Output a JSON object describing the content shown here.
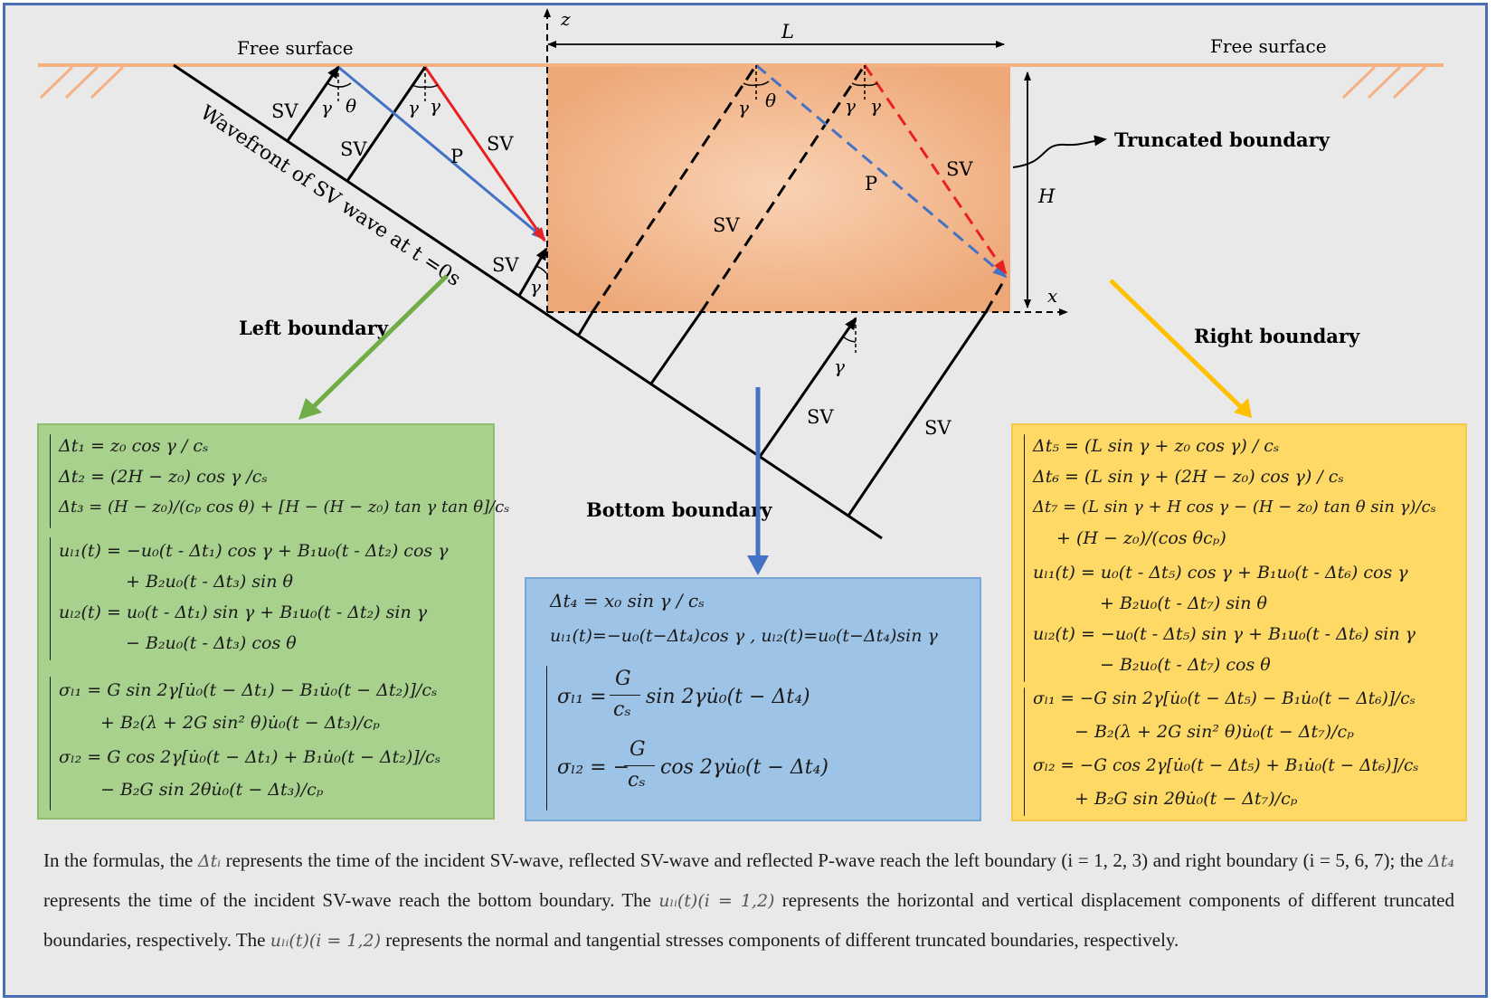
{
  "colors": {
    "frame_border": "#4a6fb5",
    "background": "#e9e9e9",
    "ground_line": "#f4b183",
    "model_fill": "#f0b084",
    "sv_red": "#e8201f",
    "p_blue": "#4472c4",
    "left_arrow": "#70ad47",
    "bottom_arrow": "#4472c4",
    "right_arrow": "#ffc000",
    "left_panel": "#a9d18e",
    "bottom_panel": "#9dc3e6",
    "right_panel": "#ffd966"
  },
  "diagram": {
    "free_surface_left": "Free surface",
    "free_surface_right": "Free surface",
    "axis_z": "z",
    "axis_x": "x",
    "dim_L": "L",
    "dim_H": "H",
    "truncated_boundary": "Truncated boundary",
    "wavefront_label": "Wavefront of SV wave  at t =0s",
    "left_boundary": "Left boundary",
    "bottom_boundary": "Bottom boundary",
    "right_boundary": "Right boundary",
    "wave_labels": {
      "sv1": "SV",
      "sv2": "SV",
      "sv_reflected_left": "SV",
      "p_left": "P",
      "sv_left_corner": "SV",
      "sv_inside": "SV",
      "sv_reflected_right": "SV",
      "p_right": "P",
      "sv_bottom_1": "SV",
      "sv_bottom_2": "SV"
    },
    "angle_labels": {
      "gamma_a": "γ",
      "theta_a": "θ",
      "gamma_b": "γ",
      "gamma_c": "γ",
      "gamma_d": "γ",
      "theta_b": "θ",
      "gamma_e": "γ",
      "gamma_f": "γ",
      "gamma_corner": "γ",
      "gamma_bottom": "γ"
    }
  },
  "left_panel": {
    "lines": [
      "Δt₁ = z₀ cos γ / cₛ",
      "Δt₂ = (2H − z₀) cos γ /cₛ",
      "Δt₃ = (H − z₀)/(cₚ cos θ) + [H − (H − z₀) tan γ tan θ]/cₛ",
      "uₗ₁(t) = −u₀(t - Δt₁) cos γ + B₁u₀(t - Δt₂) cos γ",
      "+ B₂u₀(t - Δt₃) sin θ",
      "uₗ₂(t) = u₀(t - Δt₁) sin γ + B₁u₀(t - Δt₂) sin γ",
      "− B₂u₀(t - Δt₃) cos θ",
      "σₗ₁ = G sin 2γ[u̇₀(t − Δt₁) − B₁u̇₀(t − Δt₂)]/cₛ",
      "+ B₂(λ + 2G sin² θ)u̇₀(t − Δt₃)/cₚ",
      "σₗ₂ = G cos 2γ[u̇₀(t − Δt₁) + B₁u̇₀(t − Δt₂)]/cₛ",
      "− B₂G sin 2θu̇₀(t − Δt₃)/cₚ"
    ]
  },
  "bottom_panel": {
    "lines": [
      "Δt₄ = x₀ sin γ / cₛ",
      "uₗ₁(t)=−u₀(t−Δt₄)cos γ ,   uₗ₂(t)=u₀(t−Δt₄)sin γ",
      "σₗ₁ =",
      "G",
      "cₛ",
      "sin 2γu̇₀(t − Δt₄)",
      "σₗ₂ = −",
      "G",
      "cₛ",
      "cos 2γu̇₀(t − Δt₄)"
    ]
  },
  "right_panel": {
    "lines": [
      "Δt₅ = (L sin γ + z₀ cos γ) / cₛ",
      "Δt₆ = (L sin γ + (2H − z₀) cos γ) / cₛ",
      "Δt₇ = (L sin γ + H cos γ − (H − z₀) tan θ sin γ)/cₛ",
      "+ (H − z₀)/(cos θcₚ)",
      "uₗ₁(t) = u₀(t - Δt₅) cos γ + B₁u₀(t - Δt₆) cos γ",
      "+ B₂u₀(t - Δt₇) sin θ",
      "uₗ₂(t) = −u₀(t - Δt₅) sin γ + B₁u₀(t - Δt₆) sin γ",
      "− B₂u₀(t - Δt₇) cos θ",
      "σₗ₁ = −G sin 2γ[u̇₀(t − Δt₅) − B₁u̇₀(t − Δt₆)]/cₛ",
      "− B₂(λ + 2G sin² θ)u̇₀(t − Δt₇)/cₚ",
      "σₗ₂ = −G cos 2γ[u̇₀(t − Δt₅) + B₁u̇₀(t − Δt₆)]/cₛ",
      "+ B₂G sin 2θu̇₀(t − Δt₇)/cₚ"
    ]
  },
  "caption": {
    "p1": "In the formulas, the ",
    "sym1": "Δtᵢ",
    "p2": " represents the time of the incident SV-wave, reflected SV-wave and reflected P-wave reach the left boundary (i = 1, 2, 3) and right boundary (i = 5, 6, 7); the ",
    "sym2": "Δt₄",
    "p3": " represents the time of the incident SV-wave reach the bottom boundary. The ",
    "sym3": "uₗᵢ(t)(i = 1,2)",
    "p4": " represents the horizontal and vertical displacement components of different truncated boundaries, respectively. The ",
    "sym4": "uₗᵢ(t)(i = 1,2)",
    "p5": " represents the normal and tangential stresses components of different truncated boundaries, respectively."
  }
}
